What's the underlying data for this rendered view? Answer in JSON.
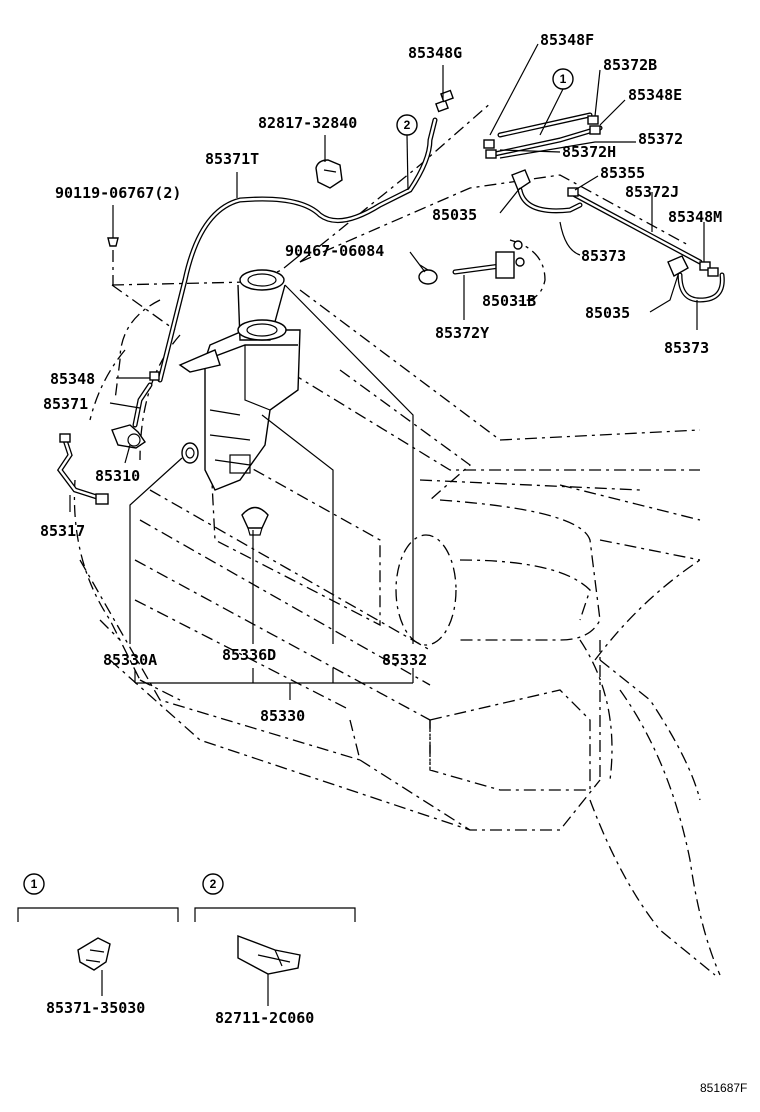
{
  "labels": {
    "l_85348G": "85348G",
    "l_85348F": "85348F",
    "l_85372B": "85372B",
    "l_85348E": "85348E",
    "l_85372": "85372",
    "l_85372H": "85372H",
    "l_85355": "85355",
    "l_85372J": "85372J",
    "l_85348M": "85348M",
    "l_82817_32840": "82817-32840",
    "l_85371T": "85371T",
    "l_90119_06767": "90119-06767(2)",
    "l_85035_a": "85035",
    "l_90467_06084": "90467-06084",
    "l_85373_a": "85373",
    "l_85031B": "85031B",
    "l_85035_b": "85035",
    "l_85372Y": "85372Y",
    "l_85373_b": "85373",
    "l_85348": "85348",
    "l_85371": "85371",
    "l_85310": "85310",
    "l_85317": "85317",
    "l_85330A": "85330A",
    "l_85336D": "85336D",
    "l_85332": "85332",
    "l_85330": "85330",
    "l_85371_35030": "85371-35030",
    "l_82711_2C060": "82711-2C060",
    "figure_code": "851687F"
  },
  "callouts": {
    "c1_top": "1",
    "c2_top": "2",
    "c1_legend": "1",
    "c2_legend": "2"
  }
}
